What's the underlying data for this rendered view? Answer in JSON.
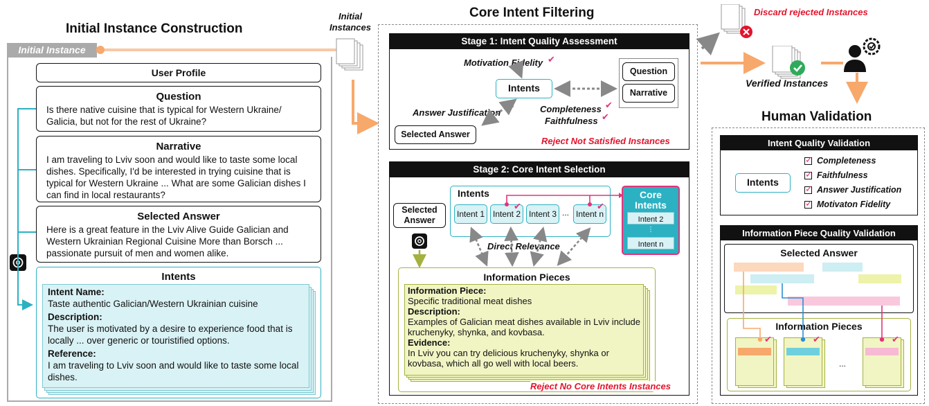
{
  "colors": {
    "cyan": "#2bb1c2",
    "orange": "#f7a86b",
    "red": "#e4132b",
    "pink": "#e4327a",
    "olive": "#a5b13f",
    "light_cyan": "#d9f2f5",
    "light_yellow": "#f1f5c4",
    "green": "#2faa5a"
  },
  "construction": {
    "title": "Initial Instance Construction",
    "tab_label": "Initial Instance",
    "user_profile": "User Profile",
    "question": {
      "title": "Question",
      "body": "Is there native cuisine that is typical for Western Ukraine/ Galicia, but not for the rest of Ukraine?"
    },
    "narrative": {
      "title": "Narrative",
      "body": "I am traveling to Lviv soon and would like to taste some local dishes. Specifically, I'd be interested in trying cuisine that is typical for Western Ukraine ... What are some Galician dishes I can find in local restaurants?"
    },
    "selected_answer": {
      "title": "Selected Answer",
      "body": "Here is a great feature in the Lviv Alive Guide  Galician and Western Ukrainian Regional Cuisine More than Borsch ... passionate pursuit of men and women alike."
    },
    "intents": {
      "title": "Intents",
      "name_label": "Intent Name:",
      "name_value": "Taste authentic Galician/Western Ukrainian cuisine",
      "desc_label": "Description:",
      "desc_value": "The user is motivated by a desire to experience food that is locally ...  over generic or touristified options.",
      "ref_label": "Reference:",
      "ref_value": "I am traveling to Lviv soon and would like to taste some local dishes."
    }
  },
  "initial_instances_label": "Initial Instances",
  "filtering": {
    "title": "Core Intent Filtering",
    "stage1": {
      "header": "Stage 1: Intent Quality Assessment",
      "motivation": "Motivation Fidelity",
      "intents": "Intents",
      "question": "Question",
      "narrative": "Narrative",
      "answer_justification": "Answer Justification",
      "completeness": "Completeness",
      "faithfulness": "Faithfulness",
      "selected_answer": "Selected Answer",
      "reject": "Reject Not Satisfied Instances"
    },
    "stage2": {
      "header": "Stage 2: Core Intent Selection",
      "intents": "Intents",
      "selected_answer": "Selected Answer",
      "intent_boxes": [
        "Intent 1",
        "Intent 2",
        "Intent 3",
        "...",
        "Intent n"
      ],
      "core_title": "Core Intents",
      "core_items": [
        "Intent 2",
        "Intent n"
      ],
      "core_ellipsis": "⋮",
      "direct_relevance": "Direct Relevance",
      "info_title": "Information Pieces",
      "piece_label": "Information Piece:",
      "piece_value": "Specific traditional meat dishes",
      "desc_label": "Description:",
      "desc_value": "Examples of Galician meat dishes available in Lviv include kruchenyky, shynka, and kovbasa.",
      "evidence_label": "Evidence:",
      "evidence_value": "In Lviv you can try delicious kruchenyky, shynka or kovbasa, which all go well with local beers.",
      "reject": "Reject No Core Intents Instances"
    }
  },
  "discard_label": "Discard rejected Instances",
  "verified_label": "Verified Instances",
  "validation": {
    "title": "Human Validation",
    "intent_quality": {
      "header": "Intent Quality Validation",
      "intents": "Intents",
      "criteria": [
        "Completeness",
        "Faithfulness",
        "Answer Justification",
        "Motivaton Fidelity"
      ]
    },
    "info_quality": {
      "header": "Information Piece Quality Validation",
      "selected_answer": "Selected Answer",
      "info_title": "Information Pieces",
      "ellipsis": "..."
    }
  }
}
